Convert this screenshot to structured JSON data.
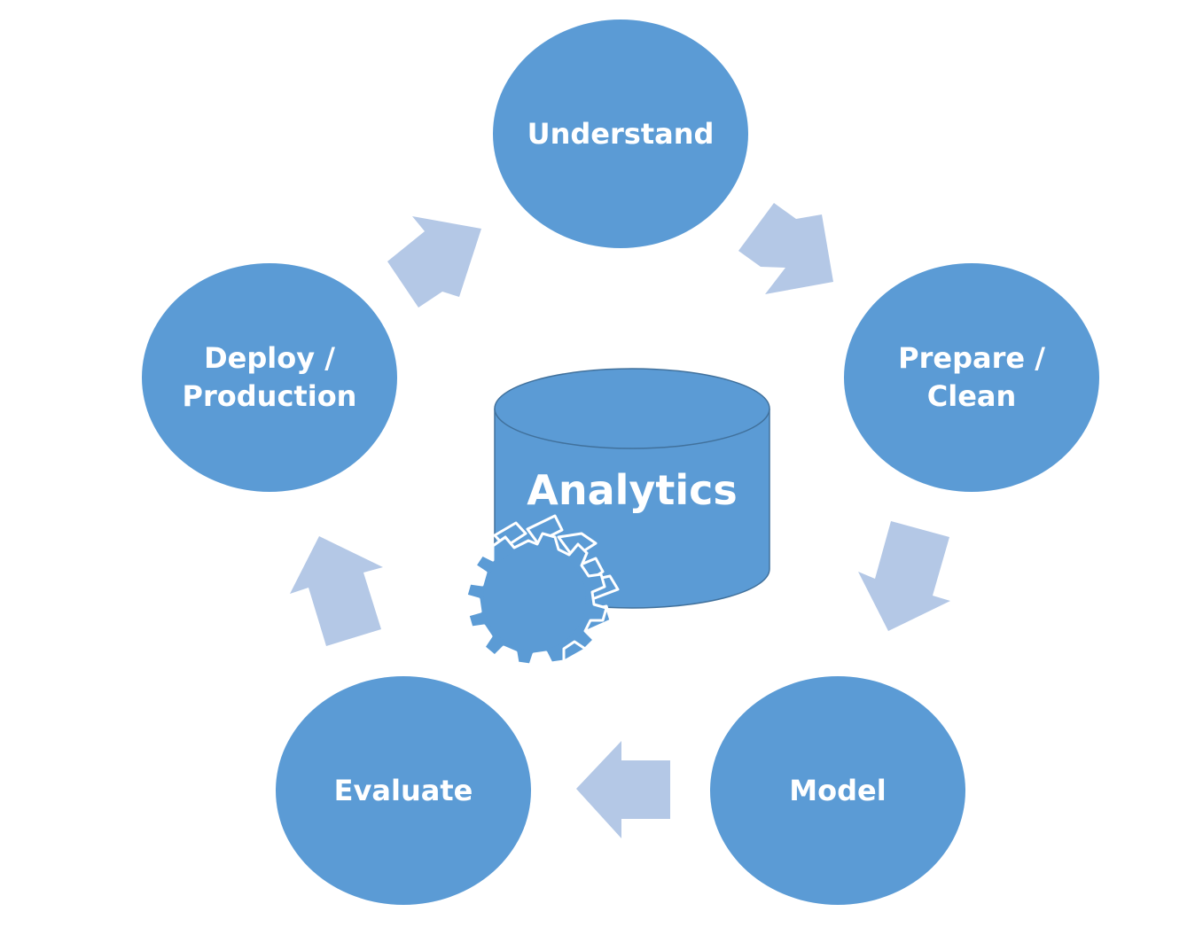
{
  "colors": {
    "stage_fill": "#5b9bd5",
    "arrow_fill": "#b4c8e6",
    "cylinder_fill": "#5b9bd5",
    "cylinder_stroke": "#41719c",
    "text": "#ffffff"
  },
  "center": {
    "label": "Analytics",
    "shape": "cylinder",
    "icon": "gear-icon"
  },
  "stages": [
    {
      "label": "Understand"
    },
    {
      "label": "Prepare /\nClean"
    },
    {
      "label": "Model"
    },
    {
      "label": "Evaluate"
    },
    {
      "label": "Deploy /\nProduction"
    }
  ],
  "flow": "clockwise"
}
